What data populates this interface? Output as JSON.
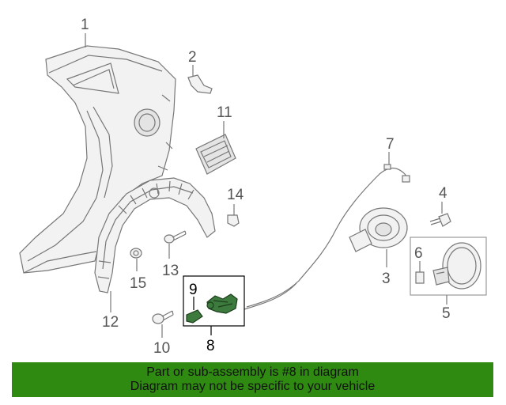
{
  "callouts": {
    "p1": "1",
    "p2": "2",
    "p3": "3",
    "p4": "4",
    "p5": "5",
    "p6": "6",
    "p7": "7",
    "p8": "8",
    "p9": "9",
    "p10": "10",
    "p11": "11",
    "p12": "12",
    "p13": "13",
    "p14": "14",
    "p15": "15"
  },
  "banner": {
    "line1": "Part or sub-assembly is #8 in diagram",
    "line2": "Diagram may not be specific to your vehicle"
  },
  "colors": {
    "banner_bg": "#2f8a12",
    "highlight_part": "#3d7a3d",
    "line_art": "#777777"
  }
}
